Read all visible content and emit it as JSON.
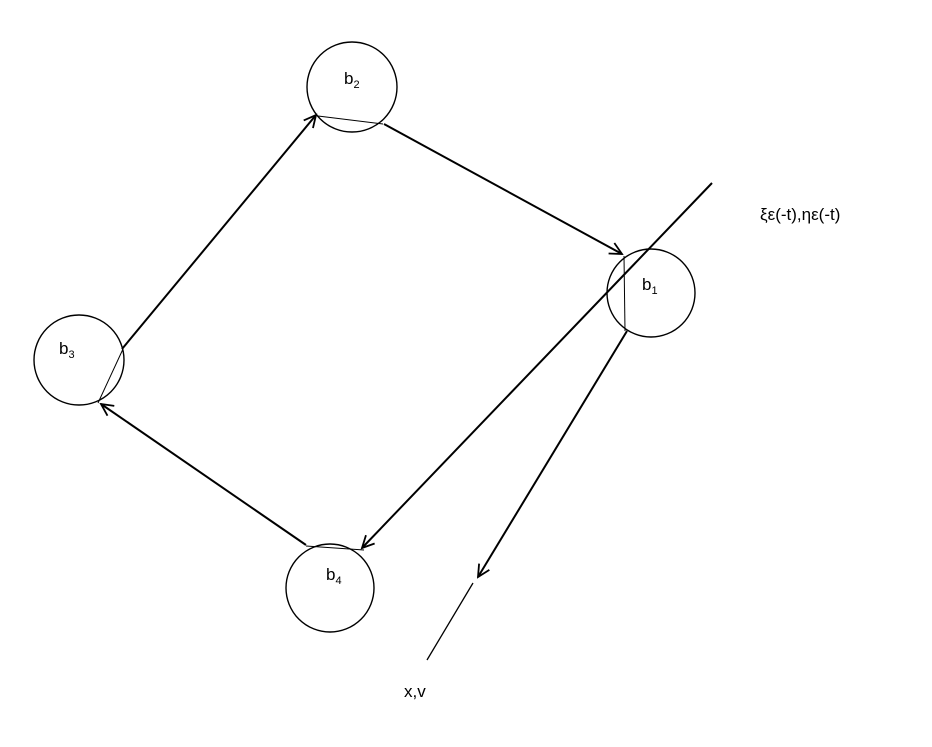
{
  "diagram": {
    "nodes": [
      {
        "id": "b1",
        "base": "b",
        "sub": "1"
      },
      {
        "id": "b2",
        "base": "b",
        "sub": "2"
      },
      {
        "id": "b3",
        "base": "b",
        "sub": "3"
      },
      {
        "id": "b4",
        "base": "b",
        "sub": "4"
      }
    ],
    "edges": [
      {
        "from": "b3",
        "to": "b2"
      },
      {
        "from": "b2",
        "to": "b1"
      },
      {
        "from": "b1",
        "to": "b4"
      },
      {
        "from": "b4",
        "to": "b3"
      },
      {
        "from": "b1",
        "to": "x,v"
      }
    ],
    "labels": {
      "top_right": "ξε(-t),ηε(-t)",
      "bottom": "x,v"
    }
  }
}
